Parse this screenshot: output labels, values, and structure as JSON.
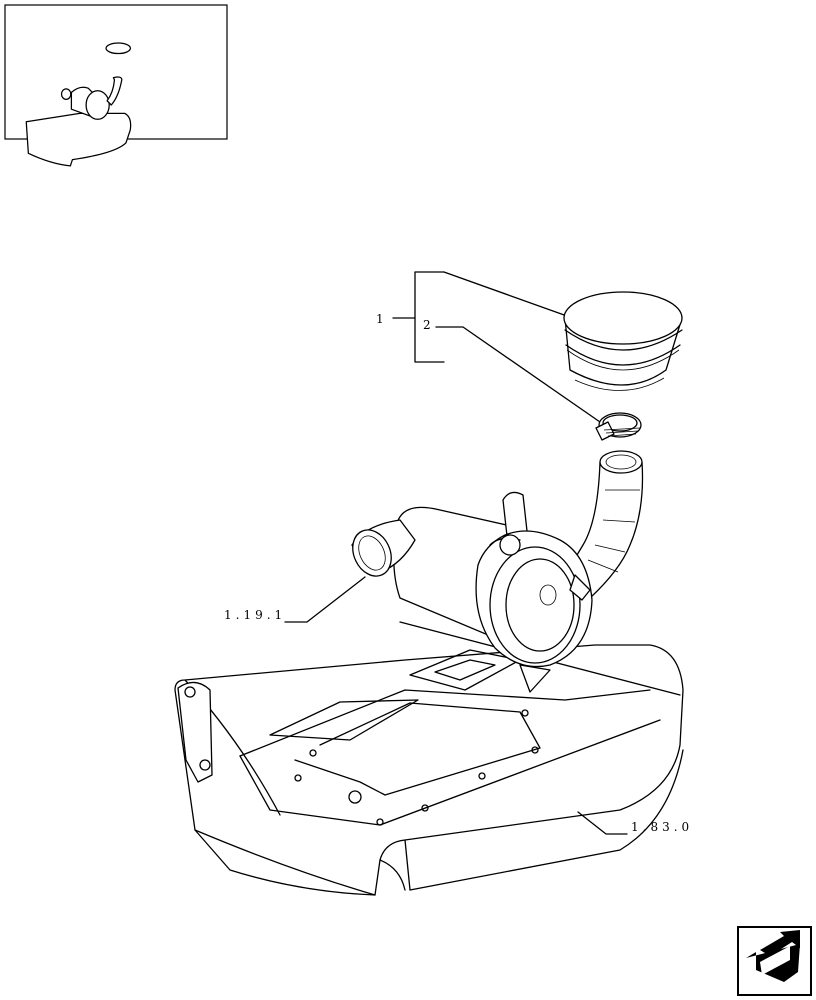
{
  "callouts": {
    "item_1": "1",
    "item_2": "2",
    "ref_1_19_1": "1.19.1",
    "ref_1_83_0": "1.83.0"
  },
  "icons": {
    "thumbnail": "assembly-thumbnail-icon",
    "next_page": "next-page-arrow-icon"
  }
}
